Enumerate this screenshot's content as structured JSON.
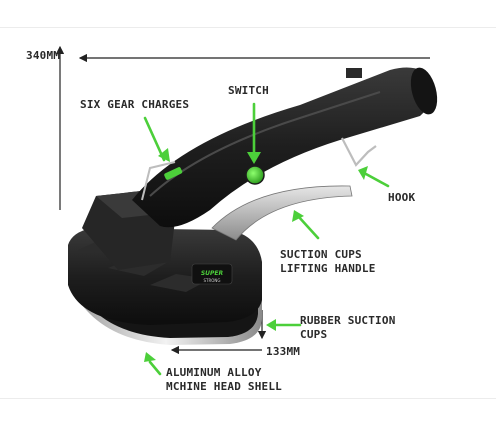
{
  "labels": {
    "length": "340MM",
    "gear": "SIX GEAR CHARGES",
    "switch": "SWITCH",
    "hook": "HOOK",
    "handle_l1": "SUCTION CUPS",
    "handle_l2": "LIFTING HANDLE",
    "rubber_l1": "RUBBER SUCTION",
    "rubber_l2": "CUPS",
    "width": "133MM",
    "shell_l1": "ALUMINUM ALLOY",
    "shell_l2": "MCHINE HEAD SHELL"
  },
  "brand": {
    "logo_text": "SUPER",
    "logo_sub": "STRONG"
  },
  "colors": {
    "accent_green": "#4ccf3a",
    "body": "#1c1c1c",
    "metal": "#c0c0c0",
    "text": "#2a2a2a"
  }
}
